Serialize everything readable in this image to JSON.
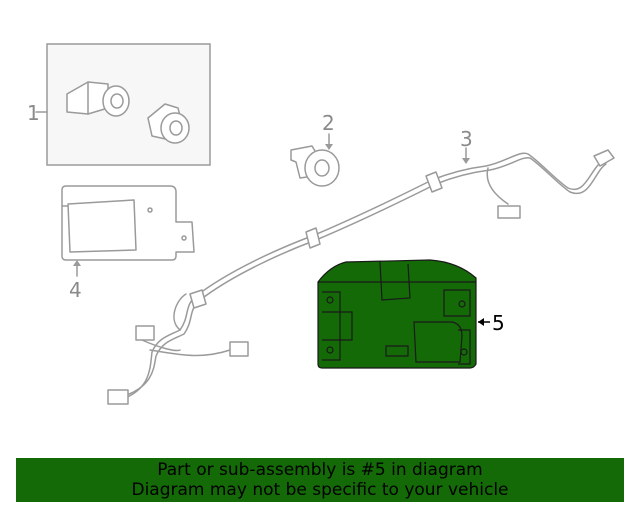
{
  "callouts": {
    "c1": "1",
    "c2": "2",
    "c3": "3",
    "c4": "4",
    "c5": "5"
  },
  "highlight_part": "5",
  "colors": {
    "highlight_fill": "#136a07",
    "line_gray": "#9a9a9a",
    "callout_gray": "#8a8a8a",
    "banner_bg": "#136a07",
    "banner_text": "#000000"
  },
  "banner": {
    "line1": "Part or sub-assembly is #5 in diagram",
    "line2": "Diagram may not be specific to your vehicle"
  }
}
